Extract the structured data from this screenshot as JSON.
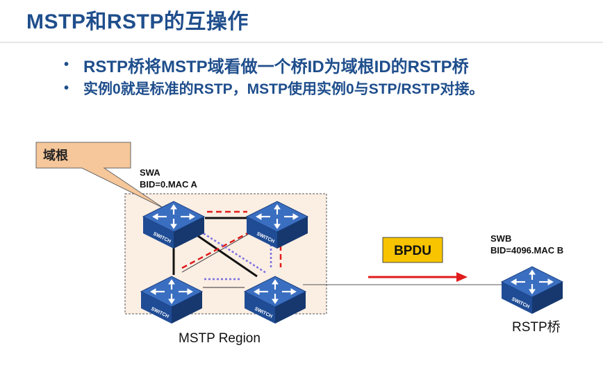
{
  "title": "MSTP和RSTP的互操作",
  "bullets": [
    "RSTP桥将MSTP域看做一个桥ID为域根ID的RSTP桥",
    "实例0就是标准的RSTP，MSTP使用实例0与STP/RSTP对接。"
  ],
  "diagram": {
    "callout_label": "域根",
    "swa_name": "SWA",
    "swa_bid": "BID=0.MAC A",
    "swb_name": "SWB",
    "swb_bid": "BID=4096.MAC B",
    "switch_label": "SWITCH",
    "bpdu_label": "BPDU",
    "region_label": "MSTP Region",
    "rstp_bridge_label": "RSTP桥",
    "colors": {
      "title_blue": "#1f4e8c",
      "switch_blue": "#2a5ba8",
      "region_fill": "#fbeee3",
      "callout_fill": "#f6c79a",
      "bpdu_fill": "#f8c400",
      "red_link": "#e11b1b",
      "purple_link": "#7b6fe0"
    }
  }
}
